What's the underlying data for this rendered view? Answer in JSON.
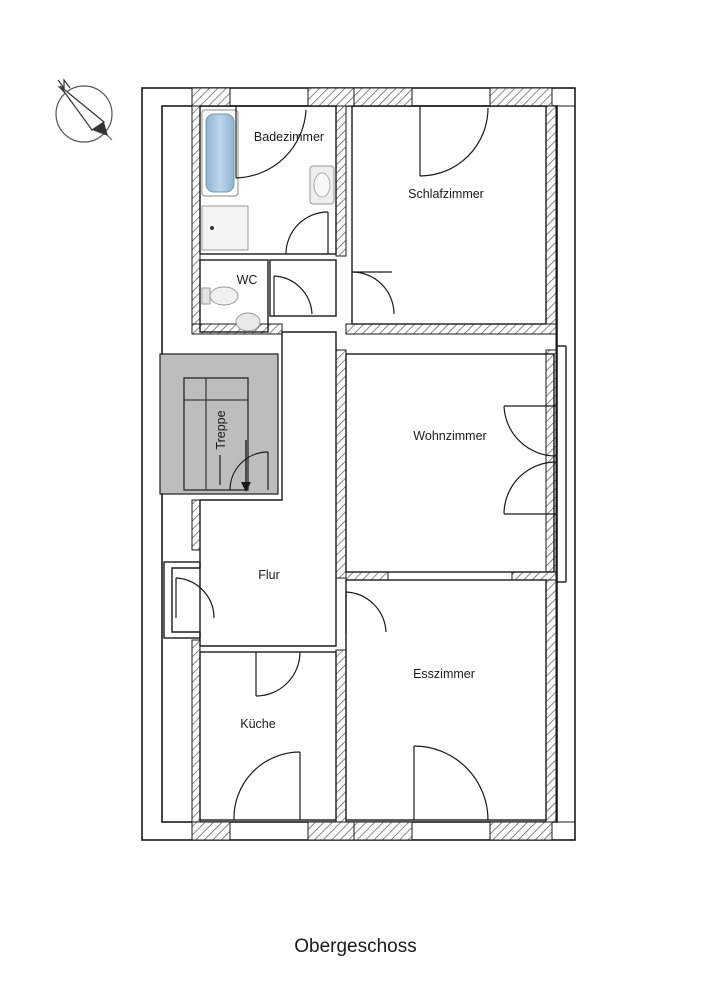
{
  "plan": {
    "caption": "Obergeschoss",
    "rooms": {
      "badezimmer": "Badezimmer",
      "schlafzimmer": "Schlafzimmer",
      "wc": "WC",
      "treppe": "Treppe",
      "wohnzimmer": "Wohnzimmer",
      "flur": "Flur",
      "esszimmer": "Esszimmer",
      "kueche": "Küche"
    },
    "compass_icon": "north-arrow-icon",
    "colors": {
      "wall": "#1a1a1a",
      "stair_fill": "#bdbdbd",
      "tub_fill": "#a9c6e0"
    }
  }
}
